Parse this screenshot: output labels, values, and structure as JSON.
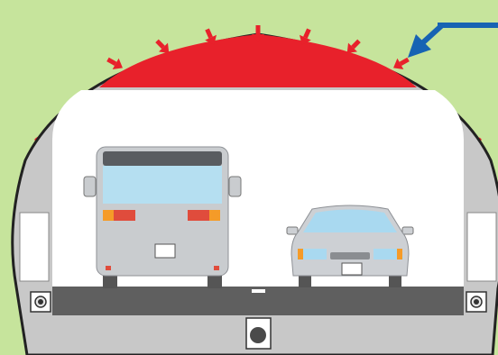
{
  "colors": {
    "background": "#c6e49c",
    "tunnel_lining": "#c8c8c8",
    "lining_outline": "#222222",
    "load_zone": "#e8212b",
    "load_arrows": "#e8212b",
    "callout_arrow": "#1763b3",
    "interior": "#ffffff",
    "road": "#5f5f5f",
    "bus_body": "#c9cccf",
    "bus_window": "#b5dff1",
    "bus_dark_band": "#595c60",
    "car_body": "#cdd0d4",
    "car_window": "#a9d9f0",
    "indicator_orange": "#f59b28",
    "brake_red": "#e04c3c"
  },
  "icons": {
    "load_arrow": "arrow-down-icon",
    "callout": "arrow-pointer-icon",
    "lamp": "circle-lamp-icon",
    "drain": "drain-icon"
  },
  "scene": {
    "vehicles": [
      "bus",
      "car"
    ],
    "load_arrow_count": 7
  }
}
